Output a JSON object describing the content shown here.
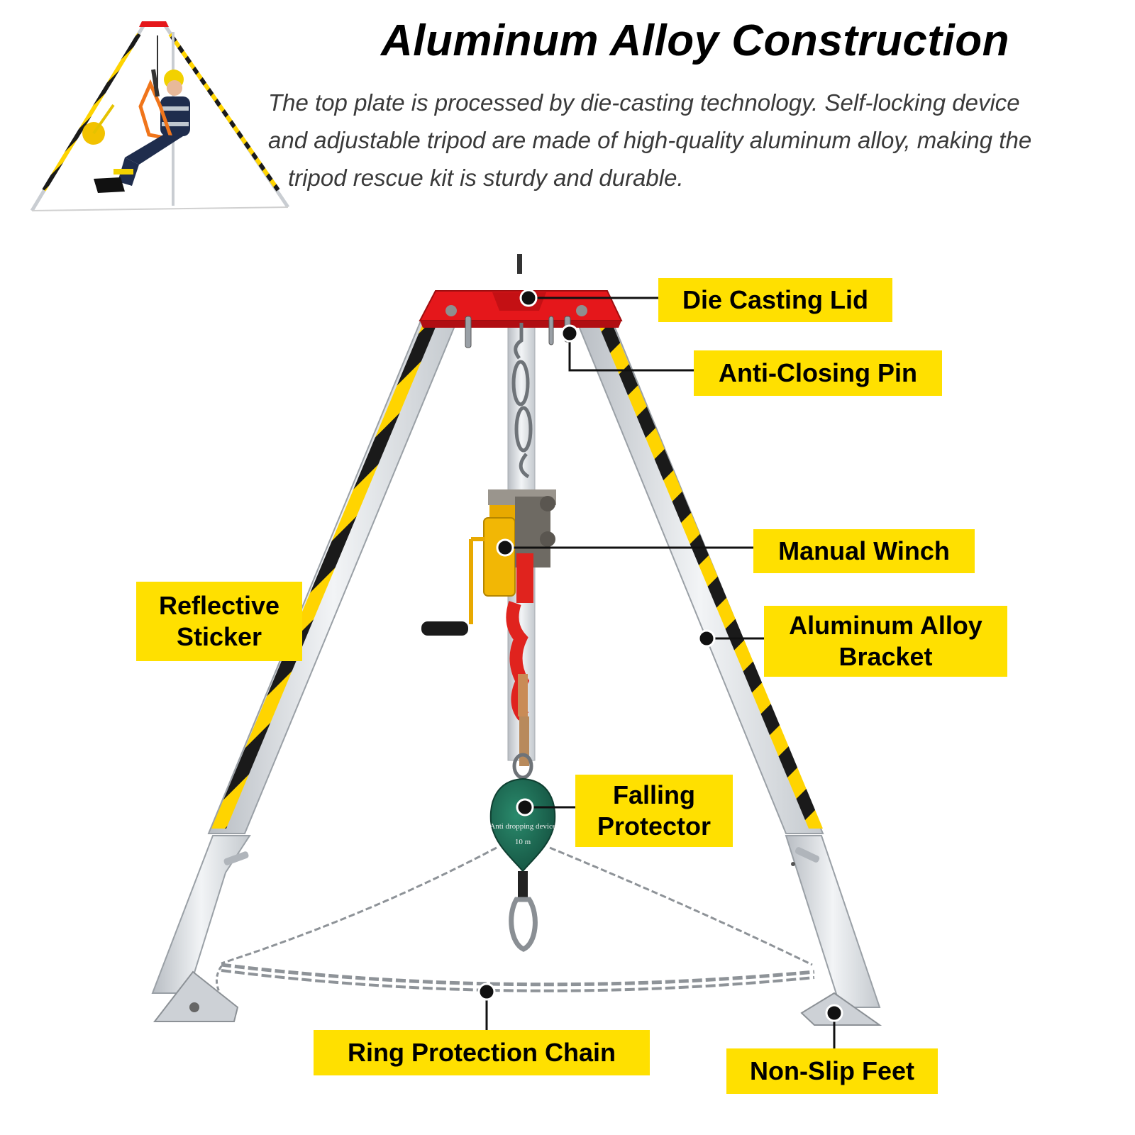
{
  "header": {
    "title": "Aluminum Alloy Construction",
    "description_lines": [
      "The top plate is processed by die-casting technology. Self-locking device",
      "and adjustable tripod are made of high-quality aluminum alloy, making the",
      "tripod rescue kit is sturdy and durable."
    ]
  },
  "callouts": {
    "die_casting_lid": [
      "Die Casting Lid"
    ],
    "anti_closing_pin": [
      "Anti-Closing Pin"
    ],
    "manual_winch": [
      "Manual Winch"
    ],
    "reflective_sticker": [
      "Reflective",
      "Sticker"
    ],
    "aluminum_alloy_bracket": [
      "Aluminum Alloy",
      "Bracket"
    ],
    "falling_protector": [
      "Falling",
      "Protector"
    ],
    "ring_protection_chain": [
      "Ring Protection Chain"
    ],
    "non_slip_feet": [
      "Non-Slip Feet"
    ]
  },
  "device_labels": {
    "faller_text": "Anti dropping device",
    "faller_length": "10 m"
  },
  "colors": {
    "callout_bg": "#FFE000",
    "lid_red": "#E5171B",
    "stripe_yellow": "#FFD400",
    "stripe_black": "#1a1a1a",
    "aluminum": "#D9DDE2",
    "faller_green": "#1E6B55",
    "strap_red": "#E0231E",
    "winch_yellow": "#F2B705"
  }
}
